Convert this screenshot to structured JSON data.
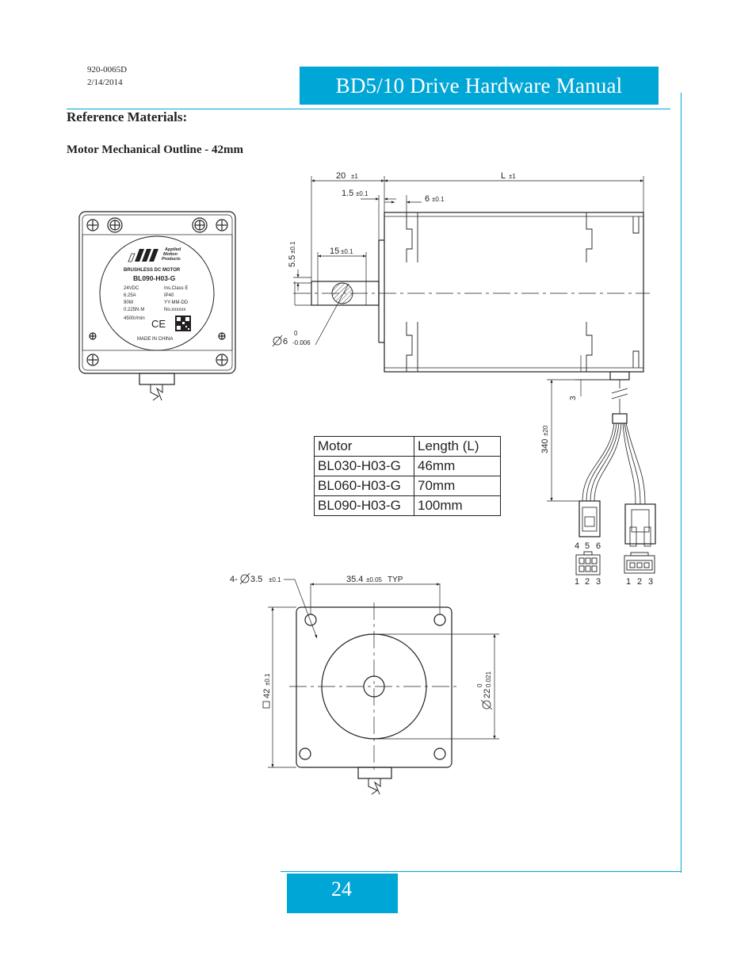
{
  "header": {
    "doc_number": "920-0065D",
    "doc_date": "2/14/2014",
    "title": "BD5/10 Drive Hardware Manual"
  },
  "section_title": "Reference Materials:",
  "subsection_title": "Motor Mechanical Outline - 42mm",
  "label_plate": {
    "brand_line1": "Applied",
    "brand_line2": "Motion",
    "brand_line3": "Products",
    "product_type": "BRUSHLESS DC MOTOR",
    "model": "BL090-H03-G",
    "spec_left": [
      "24VDC",
      "6.25A",
      "90W",
      "0.225N·M",
      "4500r/min"
    ],
    "spec_right": [
      "Ins.Class E",
      "IP40",
      "YY-MM-DD",
      "No.xxxxxx"
    ],
    "ce_mark": "CE",
    "origin": "MADE IN CHINA"
  },
  "dimensions": {
    "d20": "20",
    "d20_tol": "±1",
    "dL": "L",
    "dL_tol": "±1",
    "d1_5": "1.5",
    "d1_5_tol": "±0.1",
    "d6": "6",
    "d6_tol": "±0.1",
    "d15": "15",
    "d15_tol": "±0.1",
    "d5_5": "5.5",
    "d5_5_tol": "±0.1",
    "shaft_dia": "6",
    "shaft_tol_upper": "0",
    "shaft_tol_lower": "-0.006",
    "d3": "3",
    "d340": "340",
    "d340_tol": "±20",
    "holes": "4-",
    "hole_dia": "3.5",
    "hole_tol": "±0.1",
    "d35_4": "35.4",
    "d35_4_tol": "±0.05",
    "d35_4_suffix": "TYP",
    "d42": "42",
    "d42_tol": "±0.1",
    "pilot_dia": "22",
    "pilot_tol_upper": "0",
    "pilot_tol_lower": "0.021"
  },
  "connectors": {
    "top_pins": [
      "4",
      "5",
      "6"
    ],
    "bottom_pins_a": [
      "1",
      "2",
      "3"
    ],
    "bottom_pins_b": [
      "1",
      "2",
      "3"
    ]
  },
  "table": {
    "headers": [
      "Motor",
      "Length (L)"
    ],
    "rows": [
      [
        "BL030-H03-G",
        "46mm"
      ],
      [
        "BL060-H03-G",
        "70mm"
      ],
      [
        "BL090-H03-G",
        "100mm"
      ]
    ]
  },
  "page_number": "24",
  "colors": {
    "accent": "#00a6d6",
    "ink": "#231f20"
  }
}
